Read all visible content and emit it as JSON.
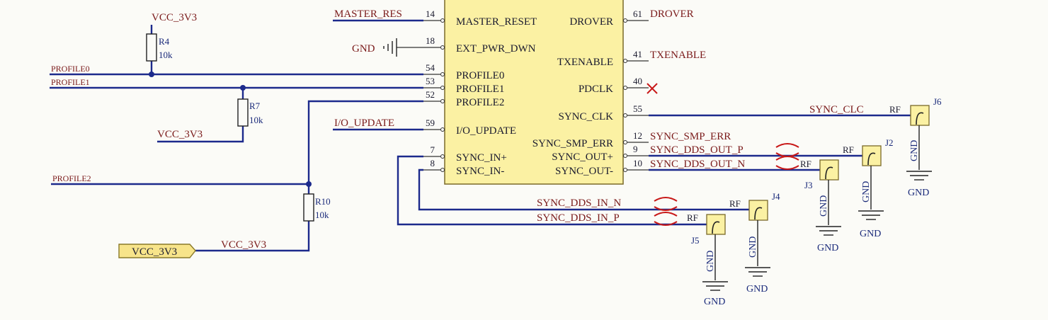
{
  "nets": {
    "master_res": "MASTER_RES",
    "drover": "DROVER",
    "gnd": "GND",
    "txenable": "TXENABLE",
    "profile0": "PROFILE0",
    "profile1": "PROFILE1",
    "profile2": "PROFILE2",
    "io_update": "I/O_UPDATE",
    "sync_clc": "SYNC_CLC",
    "sync_smp_err": "SYNC_SMP_ERR",
    "sync_dds_out_p": "SYNC_DDS_OUT_P",
    "sync_dds_out_n": "SYNC_DDS_OUT_N",
    "sync_dds_in_n": "SYNC_DDS_IN_N",
    "sync_dds_in_p": "SYNC_DDS_IN_P",
    "vcc": "VCC_3V3"
  },
  "port": {
    "label": "VCC_3V3",
    "color": "#f7e48a"
  },
  "ic": {
    "fill": "#fbf1a3",
    "pins_left": [
      {
        "num": "14",
        "name": "MASTER_RESET"
      },
      {
        "num": "18",
        "name": "EXT_PWR_DWN"
      },
      {
        "num": "54",
        "name": "PROFILE0"
      },
      {
        "num": "53",
        "name": "PROFILE1"
      },
      {
        "num": "52",
        "name": "PROFILE2"
      },
      {
        "num": "59",
        "name": "I/O_UPDATE"
      },
      {
        "num": "7",
        "name": "SYNC_IN+"
      },
      {
        "num": "8",
        "name": "SYNC_IN-"
      }
    ],
    "pins_right": [
      {
        "num": "61",
        "name": "DROVER"
      },
      {
        "num": "41",
        "name": "TXENABLE"
      },
      {
        "num": "40",
        "name": "PDCLK"
      },
      {
        "num": "55",
        "name": "SYNC_CLK"
      },
      {
        "num": "12",
        "name": "SYNC_SMP_ERR"
      },
      {
        "num": "9",
        "name": "SYNC_OUT+"
      },
      {
        "num": "10",
        "name": "SYNC_OUT-"
      }
    ]
  },
  "resistors": [
    {
      "ref": "R4",
      "value": "10k"
    },
    {
      "ref": "R7",
      "value": "10k"
    },
    {
      "ref": "R10",
      "value": "10k"
    }
  ],
  "connectors": [
    {
      "ref": "J6",
      "rf": "RF",
      "gnd_pin": "GND",
      "gnd": "GND"
    },
    {
      "ref": "J2",
      "rf": "RF",
      "gnd_pin": "GND",
      "gnd": "GND"
    },
    {
      "ref": "J3",
      "rf": "RF",
      "gnd_pin": "GND",
      "gnd": "GND"
    },
    {
      "ref": "J4",
      "rf": "RF",
      "gnd_pin": "GND",
      "gnd": "GND"
    },
    {
      "ref": "J5",
      "rf": "RF",
      "gnd_pin": "GND",
      "gnd": "GND"
    }
  ]
}
